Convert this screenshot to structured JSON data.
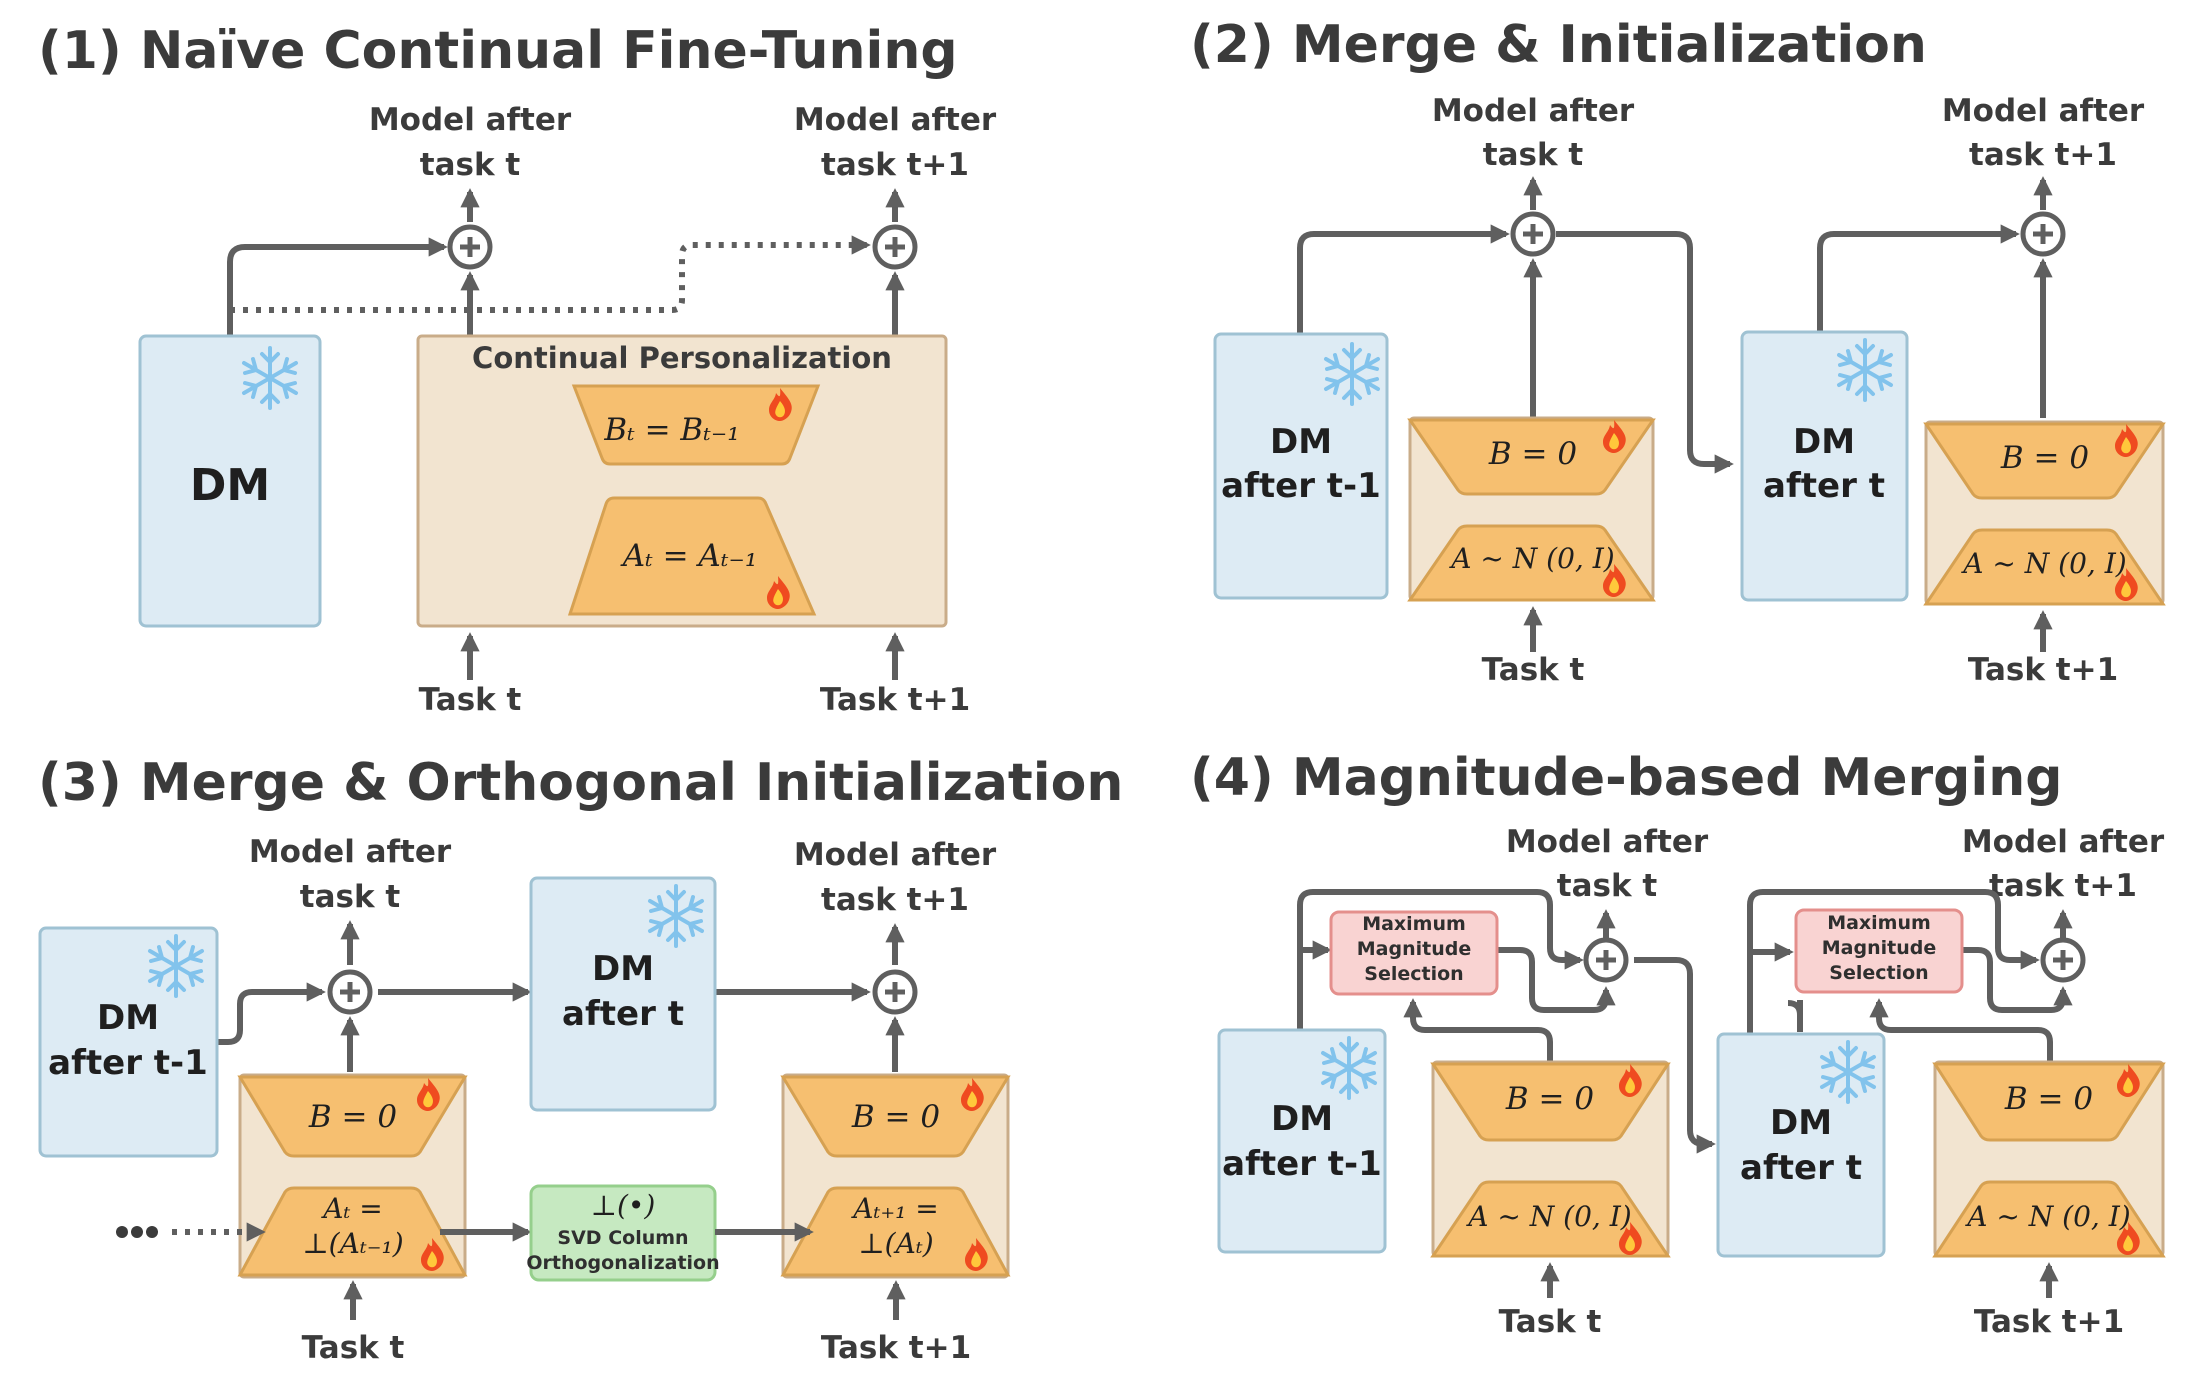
{
  "panels": {
    "p1": {
      "title": "(1) Naïve Continual Fine-Tuning",
      "out_t_line1": "Model after",
      "out_t_line2": "task t",
      "out_t1_line1": "Model after",
      "out_t1_line2": "task t+1",
      "dm": "DM",
      "cp_title": "Continual Personalization",
      "b_eq": "Bₜ = Bₜ₋₁",
      "a_eq": "Aₜ = Aₜ₋₁",
      "task_t": "Task t",
      "task_t1": "Task t+1"
    },
    "p2": {
      "title": "(2) Merge & Initialization",
      "out_t_line1": "Model after",
      "out_t_line2": "task t",
      "out_t1_line1": "Model after",
      "out_t1_line2": "task t+1",
      "dm1_line1": "DM",
      "dm1_line2": "after t-1",
      "dm2_line1": "DM",
      "dm2_line2": "after t",
      "b_eq": "B = 0",
      "a_eq": "A ~ N (0, I)",
      "task_t": "Task t",
      "task_t1": "Task t+1"
    },
    "p3": {
      "title": "(3) Merge & Orthogonal Initialization",
      "out_t_line1": "Model after",
      "out_t_line2": "task t",
      "out_t1_line1": "Model after",
      "out_t1_line2": "task t+1",
      "dm1_line1": "DM",
      "dm1_line2": "after t-1",
      "dm2_line1": "DM",
      "dm2_line2": "after t",
      "b_eq": "B = 0",
      "a1_line1": "Aₜ =",
      "a1_line2": "⊥(Aₜ₋₁)",
      "a2_line1": "Aₜ₊₁ =",
      "a2_line2": "⊥(Aₜ)",
      "svd_sym": "⊥(•)",
      "svd_line1": "SVD Column",
      "svd_line2": "Orthogonalization",
      "task_t": "Task t",
      "task_t1": "Task t+1"
    },
    "p4": {
      "title": "(4) Magnitude-based Merging",
      "out_t_line1": "Model after",
      "out_t_line2": "task t",
      "out_t1_line1": "Model after",
      "out_t1_line2": "task t+1",
      "dm1_line1": "DM",
      "dm1_line2": "after t-1",
      "dm2_line1": "DM",
      "dm2_line2": "after t",
      "mms_line1": "Maximum",
      "mms_line2": "Magnitude",
      "mms_line3": "Selection",
      "b_eq": "B = 0",
      "a_eq": "A ~ N (0, I)",
      "task_t": "Task t",
      "task_t1": "Task t+1"
    }
  },
  "colors": {
    "dm_fill": "#ddebf4",
    "panel_fill": "#f2e4d0",
    "lora_fill": "#f6bf70",
    "mms_fill": "#f9d3d2",
    "svd_fill": "#c6e9c1",
    "line": "#5f5f5f"
  },
  "icons": [
    "snowflake-icon",
    "fire-icon",
    "plus-circle-icon"
  ]
}
